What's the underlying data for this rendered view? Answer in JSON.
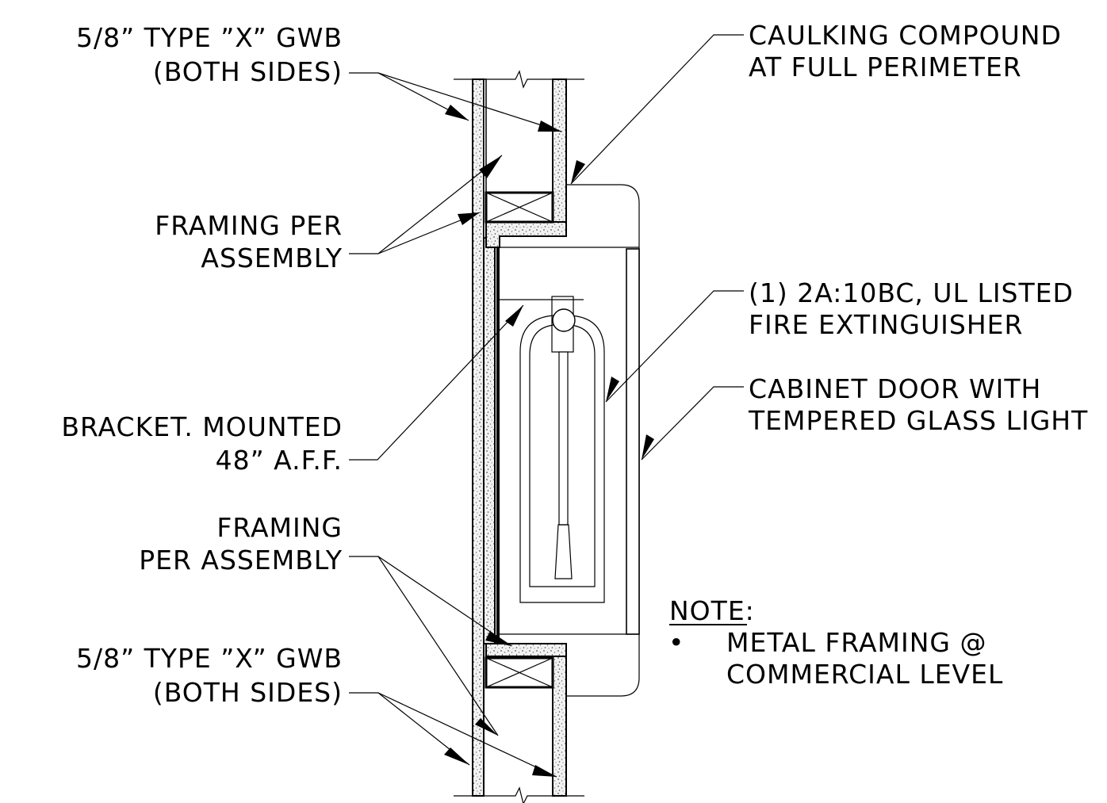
{
  "labels": {
    "gwb_top_1": "5/8” TYPE ”X” GWB",
    "gwb_top_2": "(BOTH SIDES)",
    "framing_top_1": "FRAMING PER",
    "framing_top_2": "ASSEMBLY",
    "bracket_1": "BRACKET. MOUNTED",
    "bracket_2": "48” A.F.F.",
    "framing_bot_1": "FRAMING",
    "framing_bot_2": "PER ASSEMBLY",
    "gwb_bot_1": "5/8” TYPE ”X” GWB",
    "gwb_bot_2": "(BOTH SIDES)",
    "caulk_1": "CAULKING COMPOUND",
    "caulk_2": "AT FULL PERIMETER",
    "ext_1": "(1) 2A:10BC, UL LISTED",
    "ext_2": "FIRE EXTINGUISHER",
    "door_1": "CABINET DOOR WITH",
    "door_2": "TEMPERED GLASS LIGHT"
  },
  "note": {
    "heading": "NOTE:",
    "bullet": "•",
    "line_1": "METAL FRAMING @",
    "line_2": "COMMERCIAL LEVEL"
  }
}
